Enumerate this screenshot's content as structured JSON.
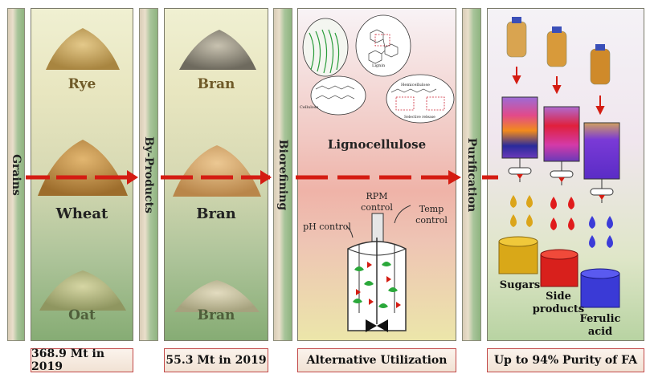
{
  "stages": {
    "grains": "Grains",
    "byproducts": "By-Products",
    "biorefining": "Biorefining",
    "purification": "Purification"
  },
  "grains": {
    "items": [
      "Rye",
      "Wheat",
      "Oat"
    ],
    "caption": "368.9 Mt in 2019"
  },
  "bran": {
    "items": [
      "Bran",
      "Bran",
      "Bran"
    ],
    "caption": "55.3 Mt in 2019"
  },
  "lignocellulose": {
    "title": "Lignocellulose",
    "labels": {
      "lignin": "Lignin",
      "cellulose": "Cellulose",
      "hemicellulose": "Hemicellulose",
      "selective": "Selective release"
    },
    "reactor": {
      "rpm": [
        "RPM",
        "control"
      ],
      "temp": [
        "Temp",
        "control"
      ],
      "ph": "pH control"
    },
    "caption": "Alternative Utilization"
  },
  "purification": {
    "products": {
      "sugars": "Sugars",
      "side": [
        "Side",
        "products"
      ],
      "ferulic": [
        "Ferulic",
        "acid"
      ]
    },
    "caption": "Up to 94% Purity of FA"
  },
  "colors": {
    "arrow": "#d41c12",
    "sugars": "#d9a818",
    "side": "#d8201c",
    "ferulic": "#3a3ad6"
  }
}
